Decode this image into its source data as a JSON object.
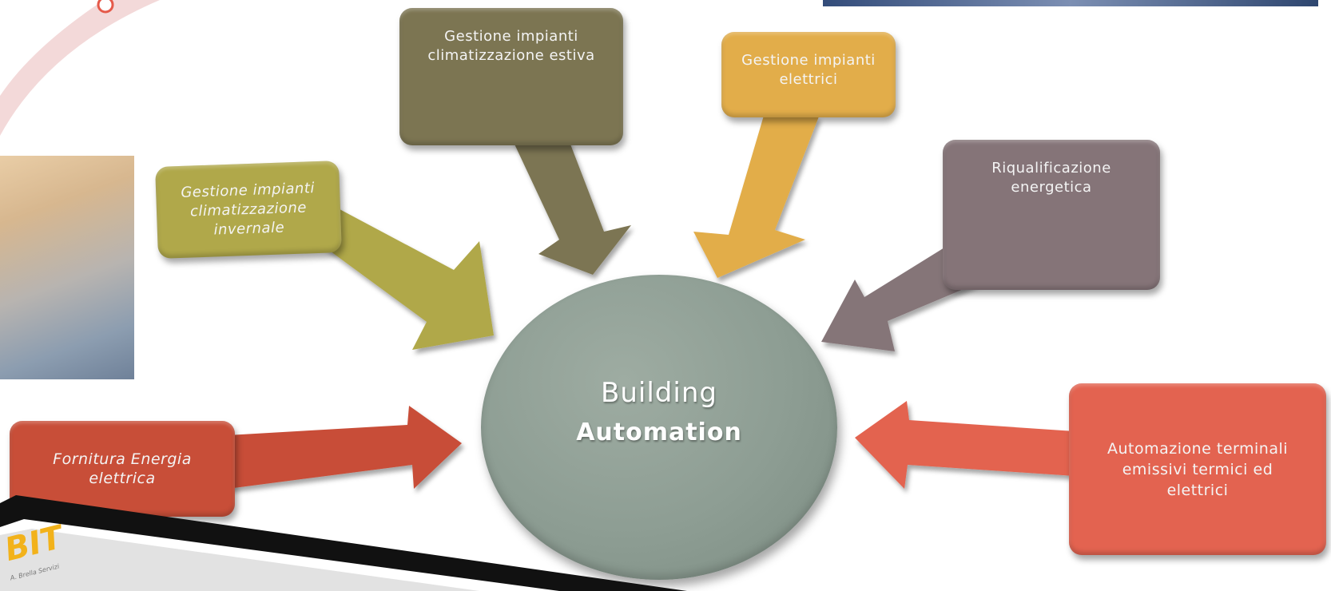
{
  "diagram": {
    "center": {
      "line1": "Building",
      "line2": "Automation"
    },
    "boxes": {
      "winter": "Gestione impianti\nclimatizzazione\ninvernale",
      "summer": "Gestione impianti\nclimatizzazione estiva",
      "electric": "Gestione impianti\nelettrici",
      "requal": "Riqualificazione\nenergetica",
      "supply": "Fornitura Energia\nelettrica",
      "automation": "Automazione terminali\nemissivi termici ed\nelettrici"
    }
  },
  "branding": {
    "logo": "BIT",
    "logo_tagline": "A. Brella Servizi"
  },
  "colors": {
    "winter": "#b0a84a",
    "summer": "#7c7552",
    "electric": "#e2ad4a",
    "requal": "#857478",
    "supply": "#c84e38",
    "automation": "#e36350",
    "center": "#8d9d93"
  }
}
